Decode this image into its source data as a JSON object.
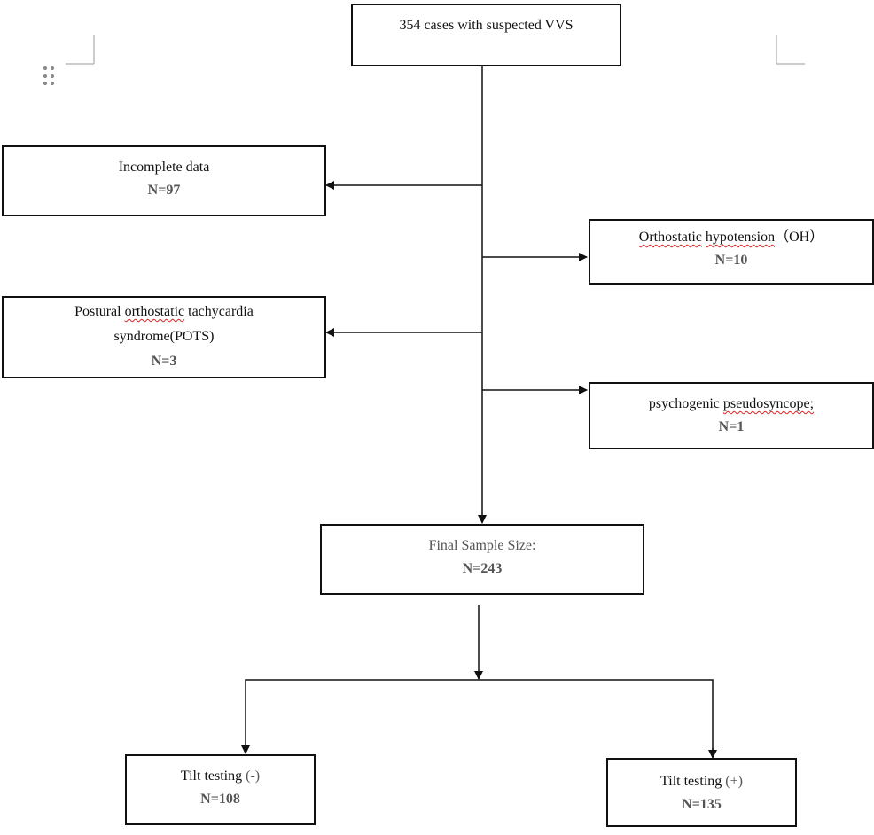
{
  "nodes": {
    "start": {
      "label": "354 cases with suspected VVS"
    },
    "incomplete": {
      "label": "Incomplete data",
      "n": "N=97"
    },
    "oh": {
      "label_a": "Orthostatic",
      "label_b": "hypotension",
      "label_c": "（OH）",
      "n": "N=10"
    },
    "pots": {
      "label_a": "Postural",
      "label_b": "orthostatic",
      "label_c": "tachycardia",
      "label_d": "syndrome(POTS)",
      "n": "N=3"
    },
    "psych": {
      "label_a": "psychogenic",
      "label_b": "pseudosyncope;",
      "n": "N=1"
    },
    "final": {
      "label": "Final Sample Size:",
      "n": "N=243"
    },
    "tilt_neg": {
      "label": "Tilt testing",
      "sign": "(-)",
      "n": "N=108"
    },
    "tilt_pos": {
      "label": "Tilt testing",
      "sign": "(+)",
      "n": "N=135"
    }
  },
  "colors": {
    "line": "#111111",
    "n_text": "#555555",
    "spellcheck": "#dd2222"
  }
}
